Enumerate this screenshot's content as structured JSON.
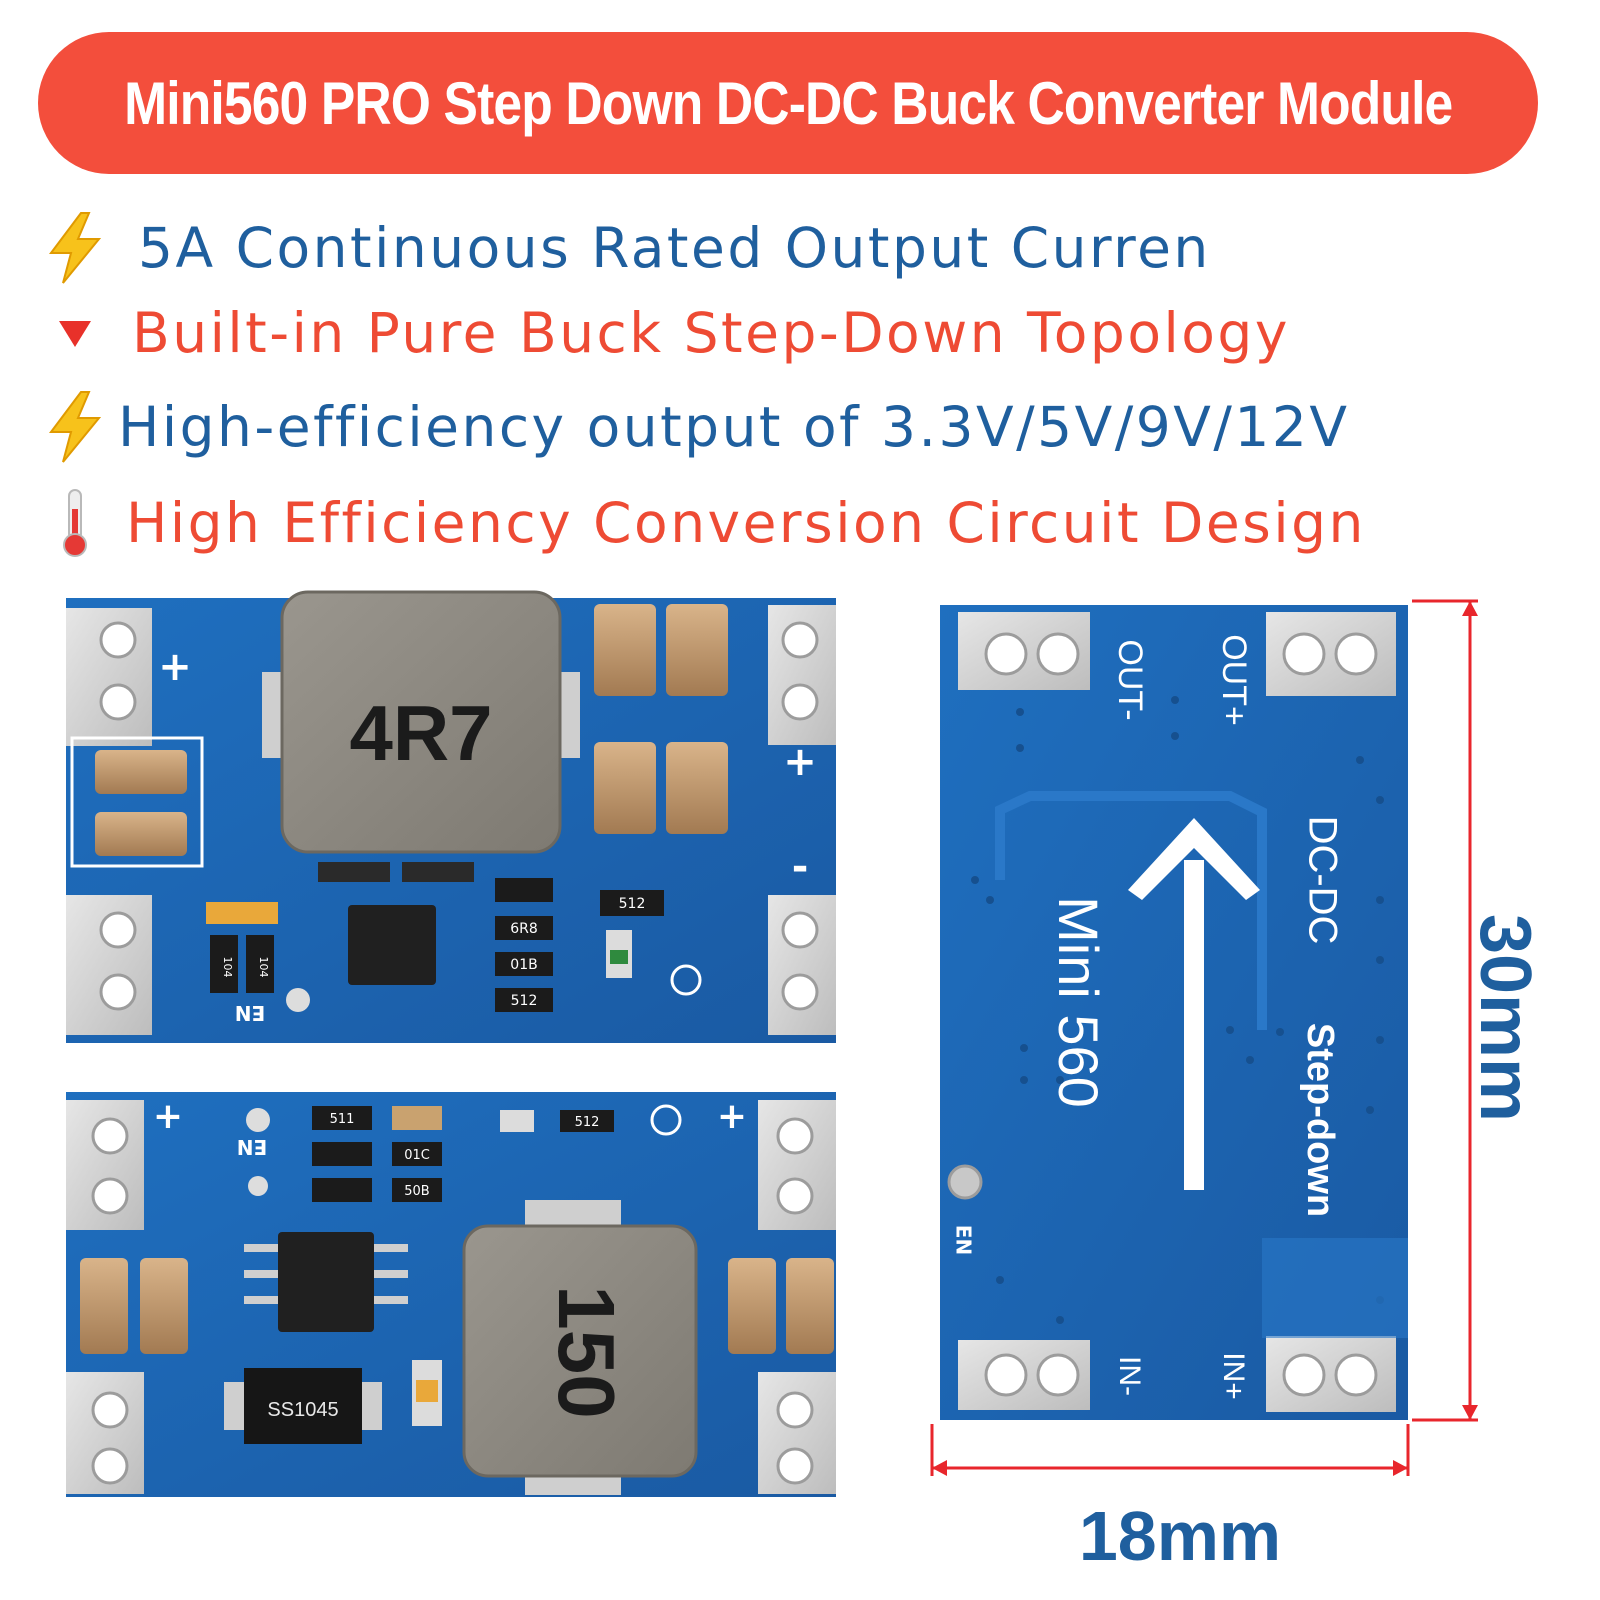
{
  "title": "Mini560 PRO Step Down DC-DC Buck Converter Module",
  "features": [
    {
      "icon": "lightning-bolt-icon",
      "text": "5A Continuous Rated Output Curren",
      "color": "#1f5f9e"
    },
    {
      "icon": "red-triangle-down-icon",
      "text": "Built-in Pure Buck Step-Down Topology",
      "color": "#ee4b34"
    },
    {
      "icon": "lightning-bolt-icon",
      "text": "High-efficiency output of 3.3V/5V/9V/12V",
      "color": "#1f5f9e"
    },
    {
      "icon": "thermometer-icon",
      "text": "High Efficiency Conversion Circuit Design",
      "color": "#ee4b34"
    }
  ],
  "board_top": {
    "inductor": "4R7",
    "plus_left": "+",
    "plus_right": "+",
    "minus_right": "-",
    "en": "EN",
    "r1": "512",
    "r2": "6R8",
    "r3": "01B",
    "r4": "512",
    "r5": "104",
    "r6": "104"
  },
  "board_bottom": {
    "inductor": "150",
    "diode": "SS1045",
    "plus_left": "+",
    "plus_right": "+",
    "en": "EN",
    "r1": "511",
    "r2": "01C",
    "r3": "50B",
    "r4": "512"
  },
  "board_back": {
    "out_minus": "OUT-",
    "out_plus": "OUT+",
    "in_minus": "IN-",
    "in_plus": "IN+",
    "brand": "DC-DC",
    "model": "Mini 560",
    "function": "Step-down",
    "en": "EN"
  },
  "dimensions": {
    "height": "30mm",
    "width": "18mm",
    "line_color": "#e8262c",
    "text_color": "#1f5f9e"
  },
  "colors": {
    "banner": "#f34e3c",
    "pcb": "#1e66b4",
    "pad": "#d9d9d9",
    "inductor": "#8a867e"
  }
}
